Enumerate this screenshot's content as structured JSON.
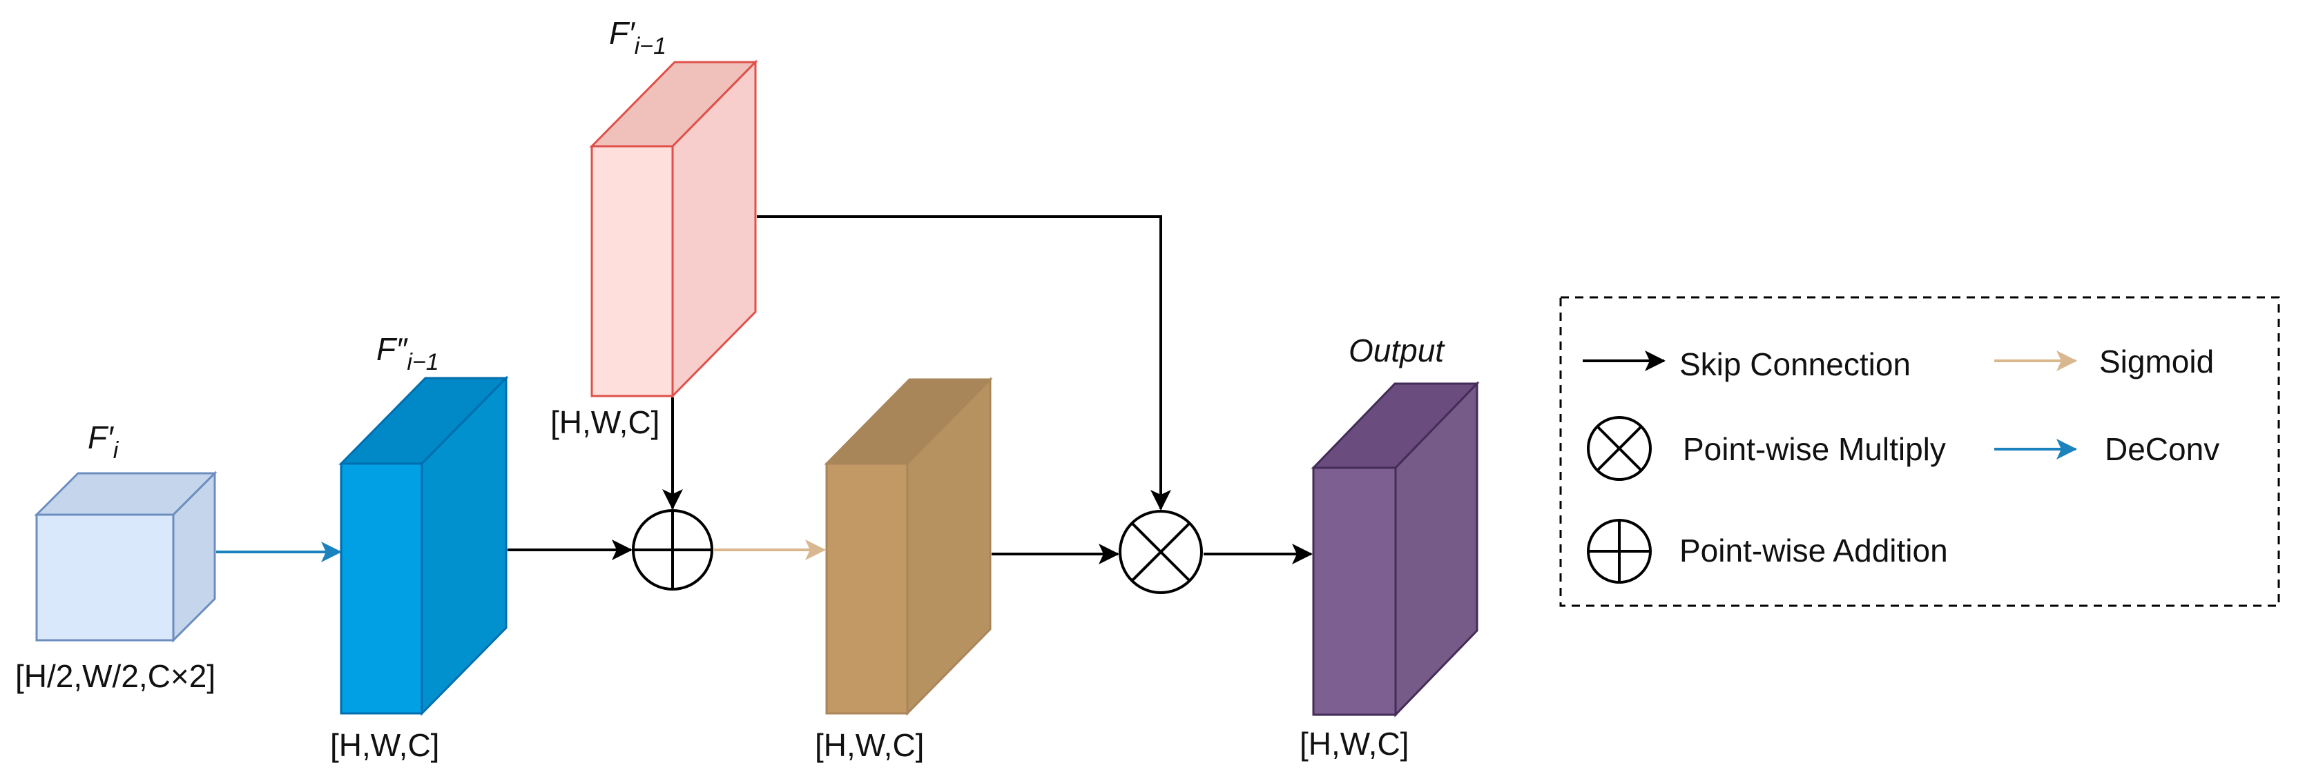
{
  "blocks": {
    "fi": {
      "label_main": "F′",
      "label_sub": "i",
      "dims": "[H/2,W/2,C×2]",
      "colors": {
        "front": "#dae8fc",
        "top": "#c5d6ec",
        "side": "#c5d6ec",
        "stroke": "#6c8ebf"
      }
    },
    "fpp": {
      "label_main": "F″",
      "label_sub": "i−1",
      "dims": "[H,W,C]",
      "colors": {
        "front": "#019fe3",
        "top": "#0188c6",
        "side": "#0191cf",
        "stroke": "#006eaf"
      }
    },
    "fp": {
      "label_main": "F′",
      "label_sub": "i−1",
      "dims": "[H,W,C]",
      "colors": {
        "front": "#fedfdc",
        "top": "#f0c0bb",
        "side": "#f8cecc",
        "stroke": "#e0504a"
      }
    },
    "mid": {
      "dims": "[H,W,C]",
      "colors": {
        "front": "#c29865",
        "top": "#a9855a",
        "side": "#b69260",
        "stroke": "#a9855a"
      }
    },
    "output": {
      "label": "Output",
      "dims": "[H,W,C]",
      "colors": {
        "front": "#7e5f92",
        "top": "#6a4c7e",
        "side": "#765a87",
        "stroke": "#432d57"
      }
    }
  },
  "arrow_colors": {
    "skip": "#000000",
    "sigmoid": "#d9b78f",
    "deconv": "#1b82bd"
  },
  "legend": {
    "skip_connection": "Skip Connection",
    "sigmoid": "Sigmoid",
    "pointwise_multiply": "Point-wise Multiply",
    "deconv": "DeConv",
    "pointwise_addition": "Point-wise Addition"
  }
}
